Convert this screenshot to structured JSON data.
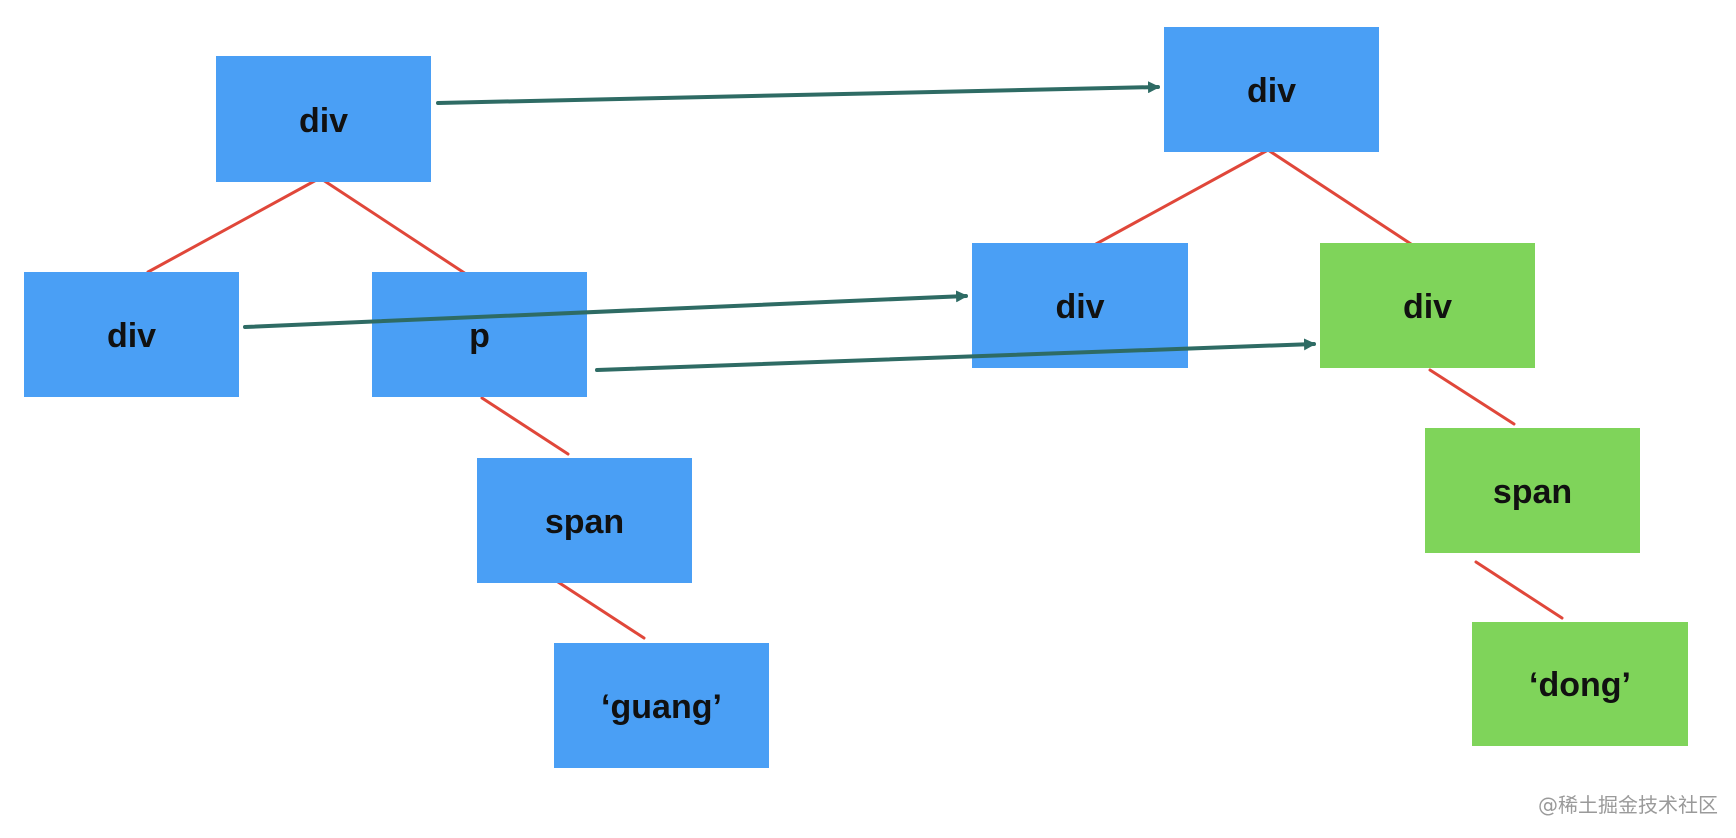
{
  "colors": {
    "blue_node": "#4a9ff5",
    "green_node": "#7fd45a",
    "tree_edge": "#e0473a",
    "diff_arrow": "#2e6b64",
    "label": "#111111"
  },
  "old_tree": {
    "root": "div",
    "child_left": "div",
    "child_right": "p",
    "span": "span",
    "text": "‘guang’"
  },
  "new_tree": {
    "root": "div",
    "child_left": "div",
    "child_right": "div",
    "span": "span",
    "text": "‘dong’"
  },
  "watermark": "@稀土掘金技术社区"
}
